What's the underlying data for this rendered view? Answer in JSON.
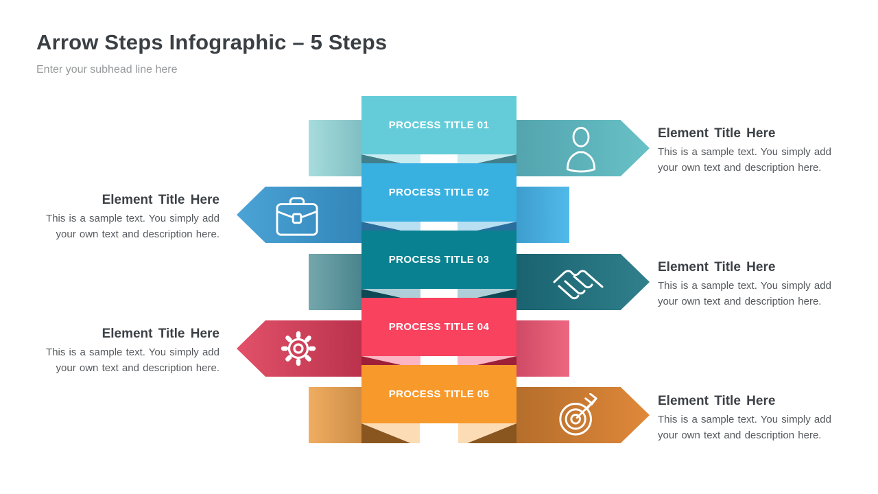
{
  "header": {
    "title": "Arrow Steps Infographic – 5 Steps",
    "subtitle": "Enter your subhead line here"
  },
  "steps": [
    {
      "process_title": "PROCESS TITLE 01",
      "side": "right",
      "icon": "person-icon",
      "element_title": "Element Title Here",
      "description": "This is a sample text. You simply add your own text and description here.",
      "colors": {
        "box": "#63CCD8",
        "flap": "#C9ECF1",
        "wedge": "#41808B",
        "tail": "#A7DCDC",
        "dark": "#47939F",
        "tip": "#68C1C7"
      }
    },
    {
      "process_title": "PROCESS TITLE 02",
      "side": "left",
      "icon": "briefcase-icon",
      "element_title": "Element Title Here",
      "description": "This is a sample text. You simply add your own text and description here.",
      "colors": {
        "box": "#38B0E0",
        "flap": "#B9DFF3",
        "wedge": "#2A6E9D",
        "tail": "#50BAE9",
        "dark": "#2374A6",
        "tip": "#4BA3D6"
      }
    },
    {
      "process_title": "PROCESS TITLE 03",
      "side": "right",
      "icon": "handshake-icon",
      "element_title": "Element Title Here",
      "description": "This is a sample text. You simply add your own text and description here.",
      "colors": {
        "box": "#098191",
        "flap": "#AFCFD8",
        "wedge": "#0C4954",
        "tail": "#74A7AC",
        "dark": "#0D5160",
        "tip": "#30808C"
      }
    },
    {
      "process_title": "PROCESS TITLE 04",
      "side": "left",
      "icon": "gear-icon",
      "element_title": "Element Title Here",
      "description": "This is a sample text. You simply add your own text and description here.",
      "colors": {
        "box": "#F8425E",
        "flap": "#FBB5C4",
        "wedge": "#9E2038",
        "tail": "#EE6781",
        "dark": "#A21F3B",
        "tip": "#E25169"
      }
    },
    {
      "process_title": "PROCESS TITLE 05",
      "side": "right",
      "icon": "target-icon",
      "element_title": "Element Title Here",
      "description": "This is a sample text. You simply add your own text and description here.",
      "colors": {
        "box": "#F8992B",
        "flap": "#FCDCB5",
        "wedge": "#8A5620",
        "tail": "#F0AD60",
        "dark": "#9B5F22",
        "tip": "#E0883A"
      }
    }
  ]
}
